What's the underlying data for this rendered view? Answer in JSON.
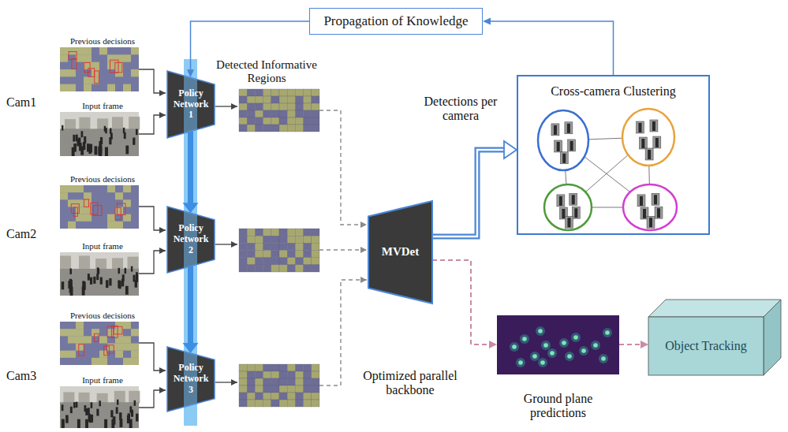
{
  "diagram": {
    "nodes": [
      {
        "text": [
          "Propagation of Knowledge"
        ]
      },
      {
        "text": [
          "Policy Network 1"
        ]
      },
      {
        "text": [
          "Policy Network 2"
        ]
      },
      {
        "text": [
          "Policy Network 3"
        ]
      },
      {
        "text": [
          "MVDet"
        ]
      },
      {
        "text": [
          "Cross-camera Clustering"
        ]
      },
      {
        "text": [
          "Ground plane predictions"
        ]
      },
      {
        "text": [
          "Object Tracking"
        ]
      }
    ],
    "edges": [
      {
        "from": 0,
        "to": 1,
        "arrow": "to"
      },
      {
        "from": 1,
        "to": 2,
        "arrow": "to"
      },
      {
        "from": 2,
        "to": 3,
        "arrow": "to"
      },
      {
        "from": 4,
        "to": 5,
        "arrow": "to",
        "label": "Detections per camera"
      },
      {
        "from": 5,
        "to": 0,
        "arrow": "to"
      },
      {
        "from": 4,
        "to": 6,
        "arrow": "to"
      },
      {
        "from": 6,
        "to": 7,
        "arrow": "to"
      }
    ],
    "labels": [
      "Cam1",
      "Previous decisions",
      "Input frame",
      "Cam2",
      "Previous decisions",
      "Input frame",
      "Cam3",
      "Previous decisions",
      "Input frame",
      "Detected Informative Regions",
      "Optimized parallel backbone"
    ]
  }
}
